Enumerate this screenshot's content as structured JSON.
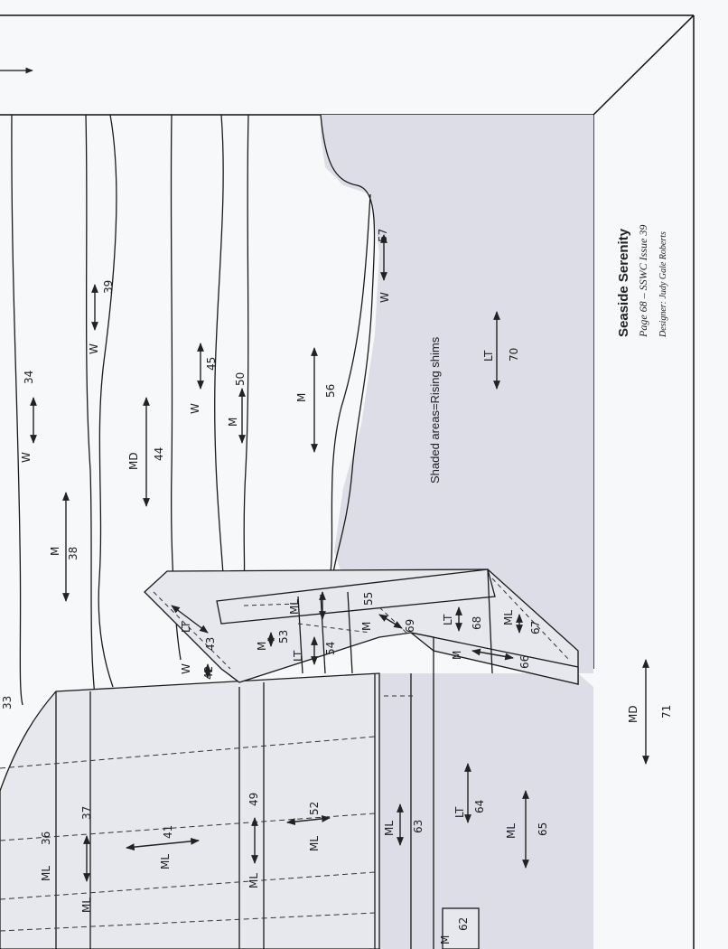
{
  "pattern": {
    "title": "Seaside Serenity",
    "issue_line": "Page 68 – SSWC Issue 39",
    "designer": "Designer: Judy Gale Roberts",
    "legend": "Shaded areas=Rising shims"
  },
  "pieces": [
    {
      "num": "33",
      "wood": ""
    },
    {
      "num": "34",
      "wood": "W"
    },
    {
      "num": "36",
      "wood": "ML"
    },
    {
      "num": "37",
      "wood": "ML"
    },
    {
      "num": "38",
      "wood": "M"
    },
    {
      "num": "39",
      "wood": "W"
    },
    {
      "num": "41",
      "wood": "ML"
    },
    {
      "num": "42",
      "wood": "W"
    },
    {
      "num": "43",
      "wood": "LT"
    },
    {
      "num": "44",
      "wood": "MD"
    },
    {
      "num": "45",
      "wood": "W"
    },
    {
      "num": "49",
      "wood": "ML"
    },
    {
      "num": "50",
      "wood": "M"
    },
    {
      "num": "52",
      "wood": "ML"
    },
    {
      "num": "53",
      "wood": "M"
    },
    {
      "num": "54",
      "wood": "LT"
    },
    {
      "num": "55",
      "wood": "ML"
    },
    {
      "num": "56",
      "wood": "M"
    },
    {
      "num": "57",
      "wood": "W"
    },
    {
      "num": "62",
      "wood": "M"
    },
    {
      "num": "63",
      "wood": "ML"
    },
    {
      "num": "64",
      "wood": "LT"
    },
    {
      "num": "65",
      "wood": "ML"
    },
    {
      "num": "66",
      "wood": "M"
    },
    {
      "num": "67",
      "wood": "ML"
    },
    {
      "num": "68",
      "wood": "LT"
    },
    {
      "num": "69",
      "wood": "M"
    },
    {
      "num": "70",
      "wood": "LT"
    },
    {
      "num": "71",
      "wood": "MD"
    }
  ],
  "colors": {
    "paper": "#f7f8f9",
    "shim": "#dcdde6",
    "line": "#1a1a1a"
  }
}
